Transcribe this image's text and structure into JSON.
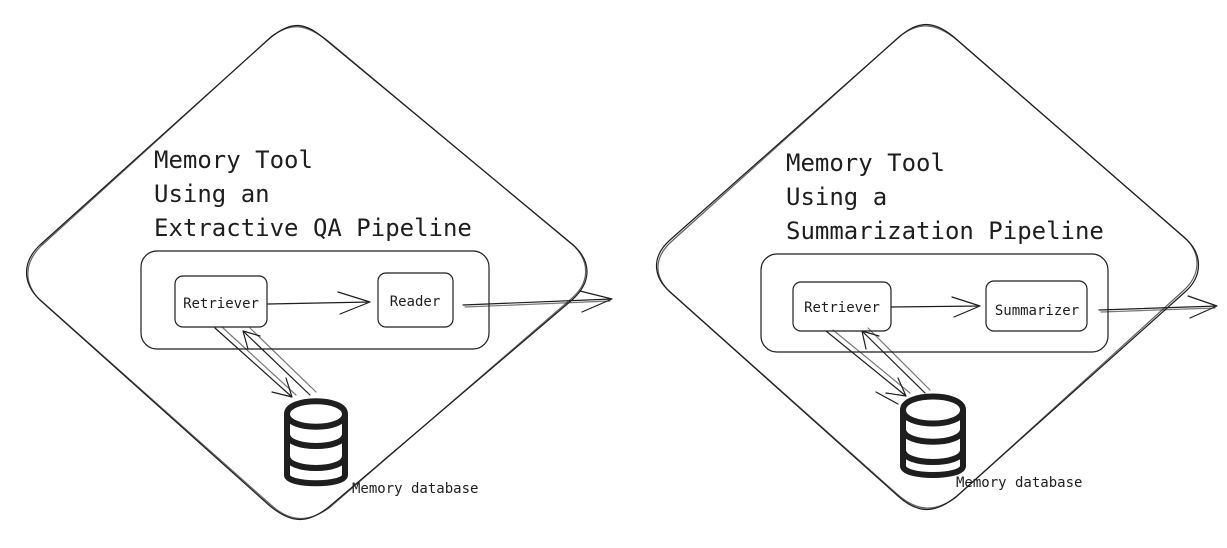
{
  "diagrams": [
    {
      "title_lines": [
        "Memory Tool",
        "Using an",
        "Extractive QA Pipeline"
      ],
      "retriever_label": "Retriever",
      "second_node_label": "Reader",
      "db_label": "Memory database"
    },
    {
      "title_lines": [
        "Memory Tool",
        "Using a",
        "Summarization Pipeline"
      ],
      "retriever_label": "Retriever",
      "second_node_label": "Summarizer",
      "db_label": "Memory database"
    }
  ],
  "colors": {
    "stroke": "#1e1e1e",
    "background": "#ffffff"
  },
  "icons": {
    "database": "database-icon"
  }
}
